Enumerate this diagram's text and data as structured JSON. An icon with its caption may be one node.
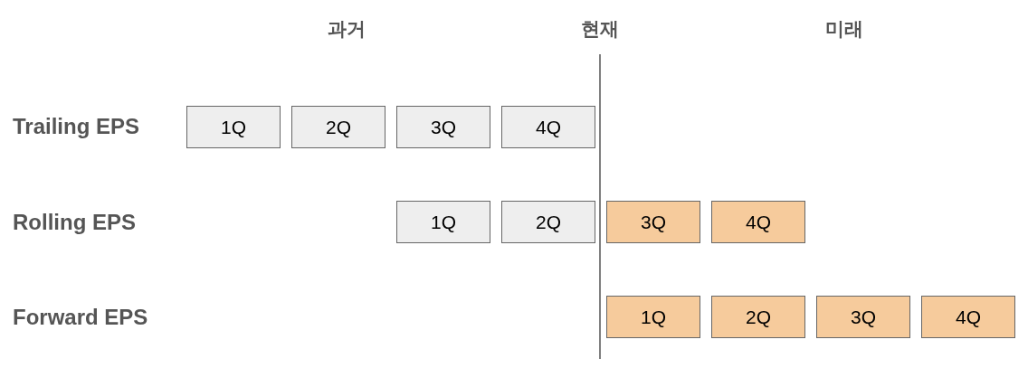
{
  "diagram": {
    "nodes": [
      {
        "text": [
          "1Q"
        ]
      },
      {
        "text": [
          "2Q"
        ]
      },
      {
        "text": [
          "3Q"
        ]
      },
      {
        "text": [
          "4Q"
        ]
      },
      {
        "text": [
          "1Q"
        ]
      },
      {
        "text": [
          "2Q"
        ]
      },
      {
        "text": [
          "3Q"
        ]
      },
      {
        "text": [
          "4Q"
        ]
      },
      {
        "text": [
          "1Q"
        ]
      },
      {
        "text": [
          "2Q"
        ]
      },
      {
        "text": [
          "3Q"
        ]
      },
      {
        "text": [
          "4Q"
        ]
      }
    ],
    "labels": [
      "과거",
      "현재",
      "미래",
      "Trailing EPS",
      "Rolling EPS",
      "Forward EPS"
    ]
  }
}
